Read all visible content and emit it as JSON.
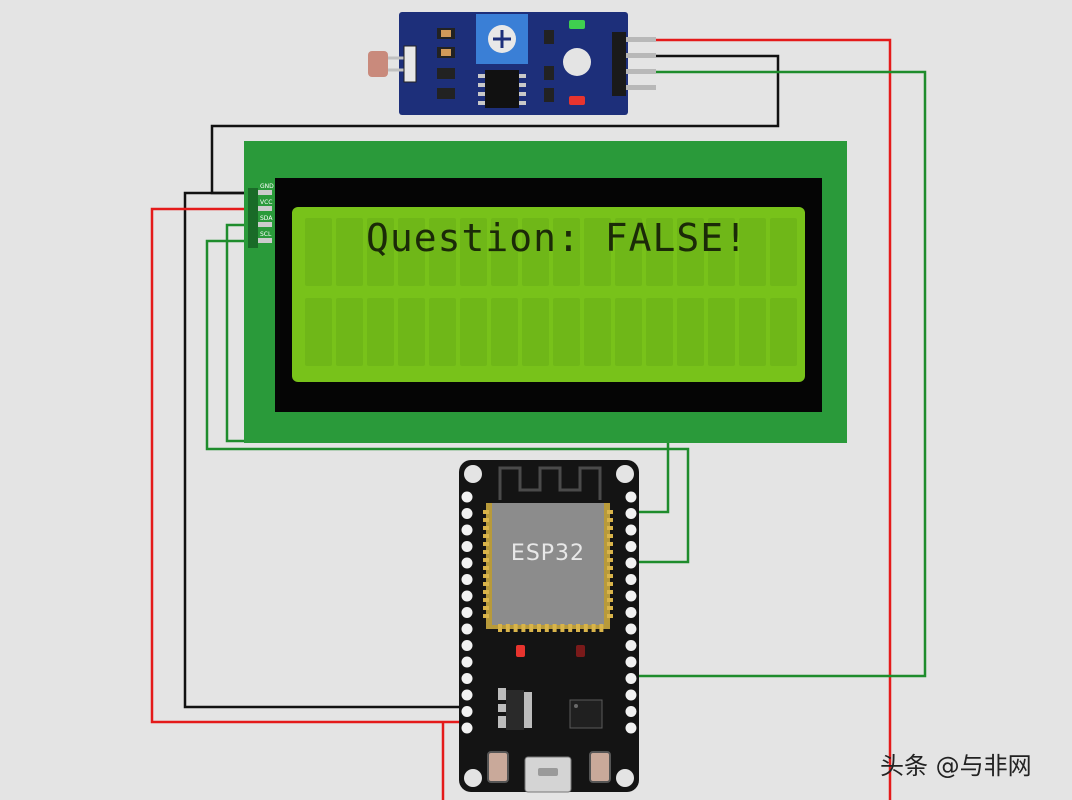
{
  "lcd": {
    "text": "Question: FALSE!",
    "pin_labels": [
      "GND",
      "VCC",
      "SDA",
      "SCL"
    ]
  },
  "esp32": {
    "label": "ESP32"
  },
  "watermark": "头条 @与非网",
  "colors": {
    "background": "#e4e4e4",
    "wire_red": "#e41a1a",
    "wire_green": "#1e8c2c",
    "wire_black": "#111111",
    "lcd_board": "#2a9a3a",
    "lcd_screen": "#78c21a",
    "sensor_board": "#1d2f7a",
    "esp_board": "#141414",
    "esp_chip": "#8c8c8c"
  }
}
